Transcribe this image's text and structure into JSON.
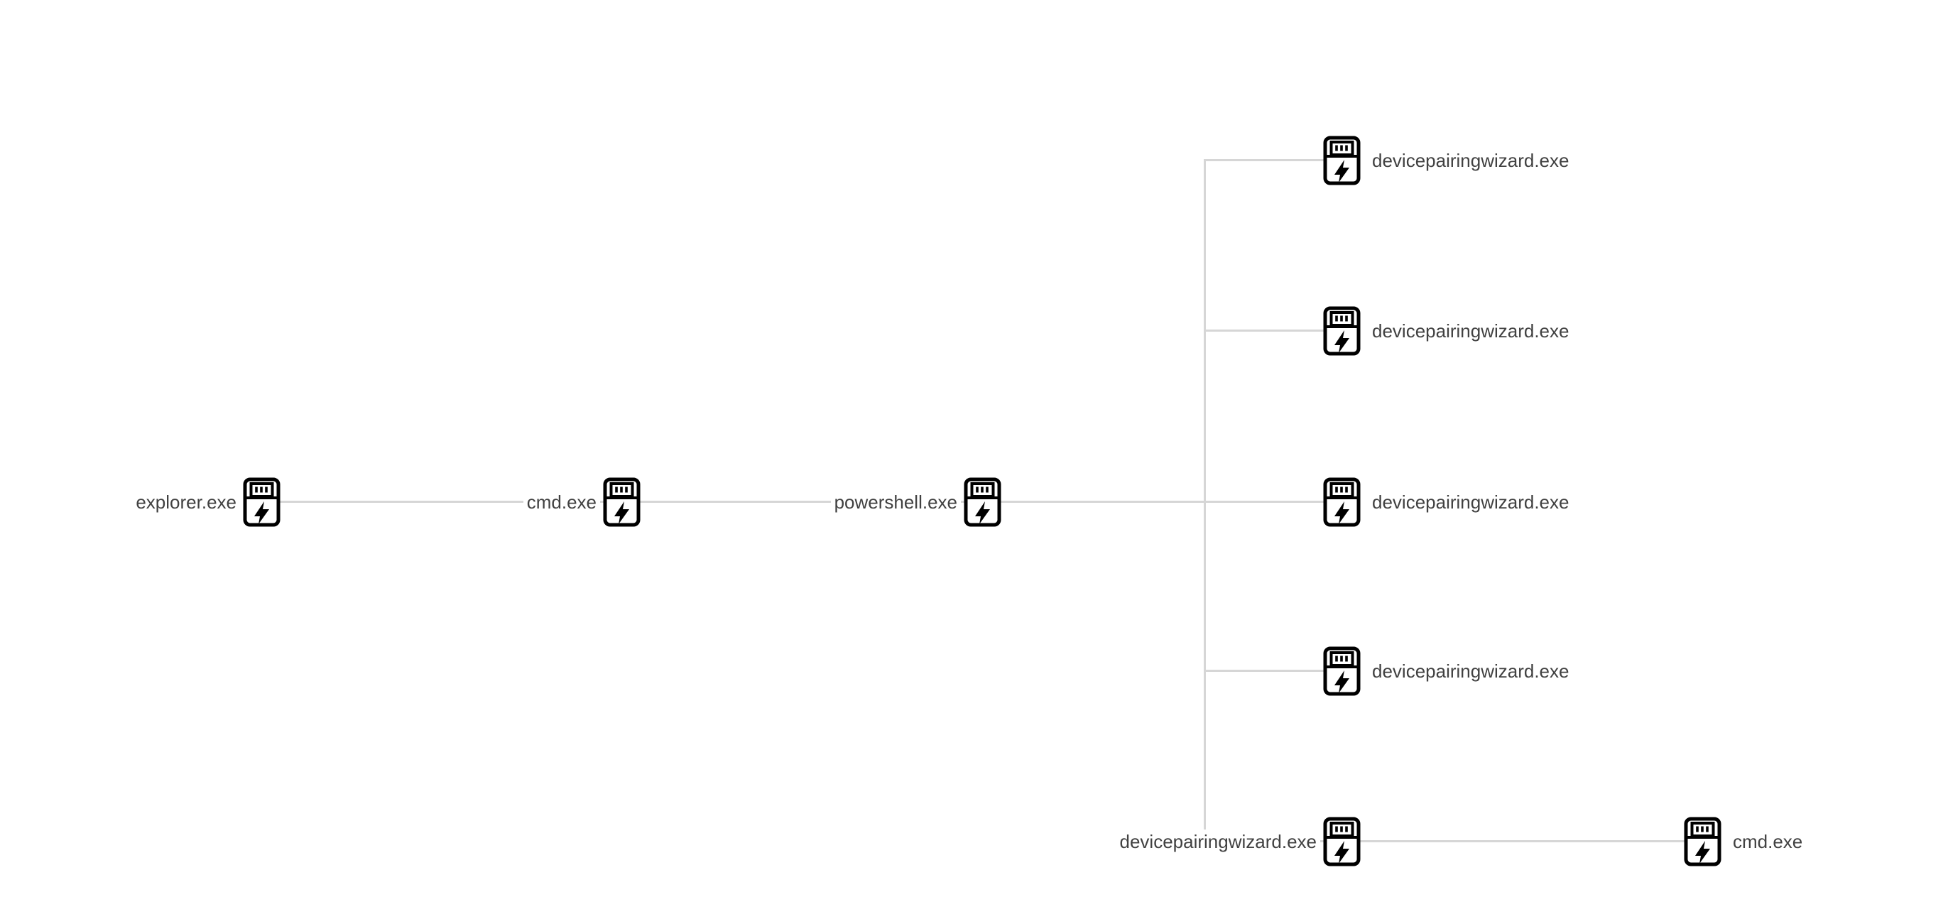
{
  "tree": {
    "kind": "process-tree",
    "colors": {
      "edge": "#d6d6d6",
      "icon": "#000000",
      "label": "#414141",
      "background": "#ffffff"
    },
    "nodes": [
      {
        "id": "explorer",
        "label": "explorer.exe",
        "label_side": "left"
      },
      {
        "id": "cmd-1",
        "label": "cmd.exe",
        "label_side": "left"
      },
      {
        "id": "powershell",
        "label": "powershell.exe",
        "label_side": "left"
      },
      {
        "id": "devicepairingwizard-1",
        "label": "devicepairingwizard.exe",
        "label_side": "right"
      },
      {
        "id": "devicepairingwizard-2",
        "label": "devicepairingwizard.exe",
        "label_side": "right"
      },
      {
        "id": "devicepairingwizard-3",
        "label": "devicepairingwizard.exe",
        "label_side": "right"
      },
      {
        "id": "devicepairingwizard-4",
        "label": "devicepairingwizard.exe",
        "label_side": "right"
      },
      {
        "id": "devicepairingwizard-5",
        "label": "devicepairingwizard.exe",
        "label_side": "left"
      },
      {
        "id": "cmd-2",
        "label": "cmd.exe",
        "label_side": "right"
      }
    ],
    "edges": [
      {
        "from": "explorer",
        "to": "cmd-1"
      },
      {
        "from": "cmd-1",
        "to": "powershell"
      },
      {
        "from": "powershell",
        "to": "devicepairingwizard-1"
      },
      {
        "from": "powershell",
        "to": "devicepairingwizard-2"
      },
      {
        "from": "powershell",
        "to": "devicepairingwizard-3"
      },
      {
        "from": "powershell",
        "to": "devicepairingwizard-4"
      },
      {
        "from": "powershell",
        "to": "devicepairingwizard-5"
      },
      {
        "from": "devicepairingwizard-5",
        "to": "cmd-2"
      }
    ]
  }
}
